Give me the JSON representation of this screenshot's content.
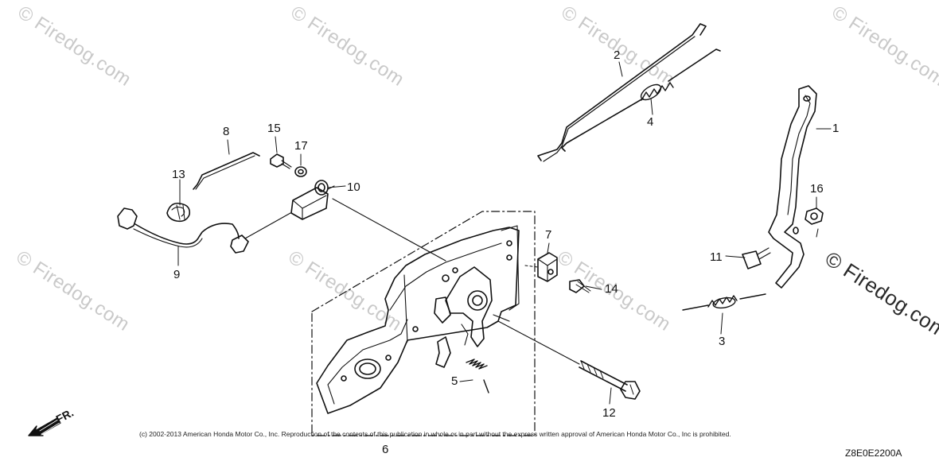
{
  "watermark": "© Firedog.com",
  "copyright": "(c) 2002-2013 American Honda Motor Co., Inc. Reproduction of the contents of this publication in whole or in part without the express written approval of American Honda Motor Co., Inc is prohibited.",
  "diagram_code": "Z8E0E2200A",
  "direction_label": "FR.",
  "callouts": {
    "c1": "1",
    "c2": "2",
    "c3": "3",
    "c4": "4",
    "c5": "5",
    "c6": "6",
    "c7": "7",
    "c8": "8",
    "c9": "9",
    "c10": "10",
    "c11": "11",
    "c12": "12",
    "c13": "13",
    "c14": "14",
    "c15": "15",
    "c16": "16",
    "c17": "17"
  }
}
